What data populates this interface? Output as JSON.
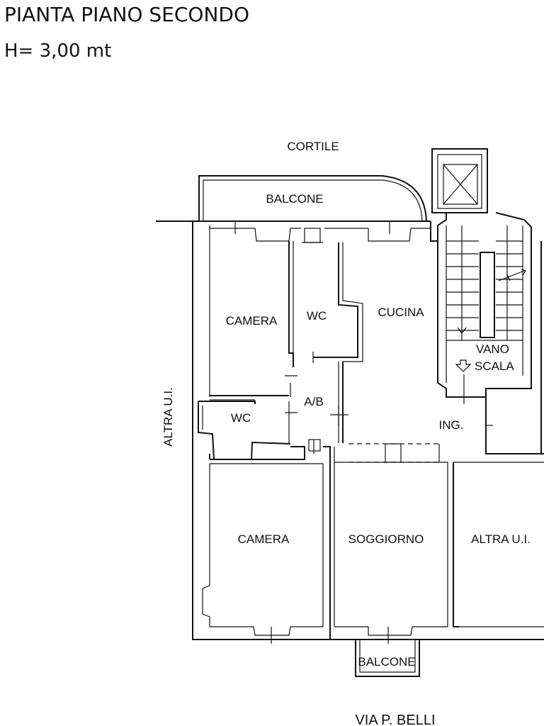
{
  "header": {
    "title": "PIANTA PIANO SECONDO",
    "height_note": "H= 3,00 mt"
  },
  "labels": {
    "cortile": "CORTILE",
    "balcone_top": "BALCONE",
    "camera_top": "CAMERA",
    "wc_top": "WC",
    "cucina": "CUCINA",
    "vano": "VANO",
    "scala": "SCALA",
    "ab": "A/B",
    "wc_bottom": "WC",
    "ing": "ING.",
    "altra_ui_left": "ALTRA U.I.",
    "camera_bottom": "CAMERA",
    "soggiorno": "SOGGIORNO",
    "altra_ui_right": "ALTRA U.I.",
    "balcone_bottom": "BALCONE",
    "street": "VIA P. BELLI"
  }
}
